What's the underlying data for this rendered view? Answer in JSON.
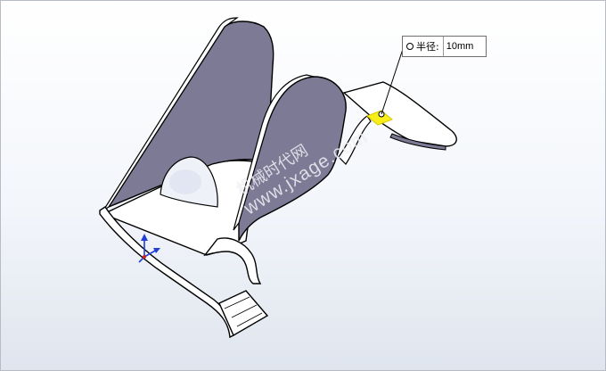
{
  "viewport": {
    "background_top": "#ffffff",
    "background_bottom": "#dfe5ee"
  },
  "model": {
    "face_color": "#ffffff",
    "inner_face_color": "#7d7a95",
    "edge_color": "#000000",
    "highlight_color": "#f7ee1a"
  },
  "dimension_callout": {
    "label": "半径:",
    "value": "10mm",
    "icon": "radius-point-icon"
  },
  "watermark": {
    "line1": "机械时代网",
    "line2": "www.jxage.com"
  },
  "triad": {
    "icon": "coordinate-triad-icon",
    "colors": {
      "y": "#1f3fd8",
      "x": "#1f3fd8"
    }
  }
}
